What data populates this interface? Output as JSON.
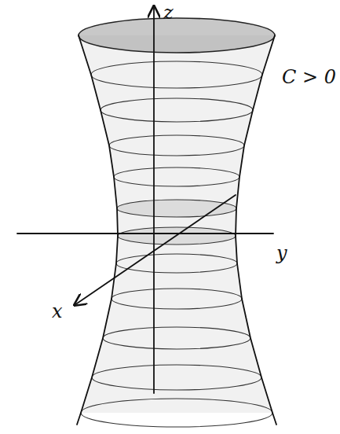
{
  "diagram": {
    "labels": [
      "z",
      "y",
      "x",
      "C > 0"
    ]
  }
}
